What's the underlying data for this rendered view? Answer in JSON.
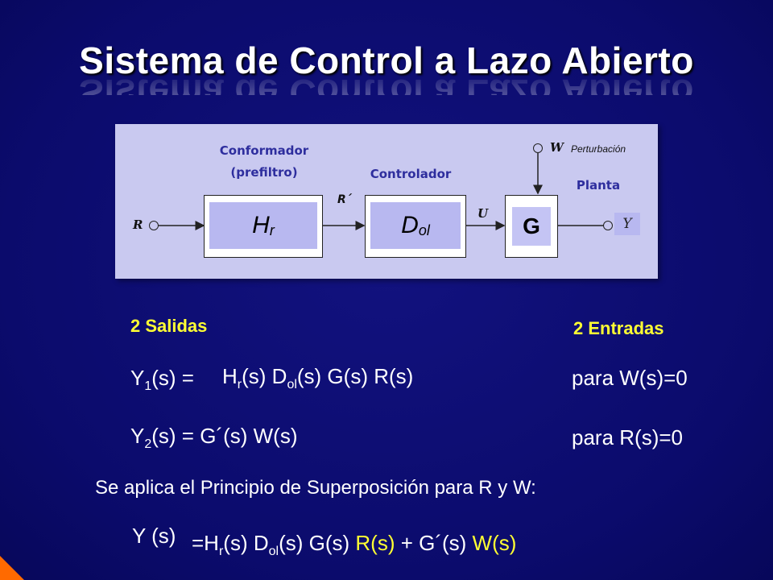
{
  "title": "Sistema de Control a Lazo Abierto",
  "diagram": {
    "labels": {
      "conformador": "Conformador",
      "prefiltro": "(prefiltro)",
      "controlador": "Controlador",
      "planta": "Planta",
      "perturbacion": "Perturbación"
    },
    "signals": {
      "r": "R",
      "r_prime": "R´",
      "u": "U",
      "w": "W",
      "y": "Y"
    },
    "blocks": {
      "hr_main": "H",
      "hr_sub": "r",
      "dol_main": "D",
      "dol_sub": "ol",
      "g": "G"
    }
  },
  "outputs_label": "2 Salidas",
  "inputs_label": "2 Entradas",
  "eq1": {
    "lhs_y": "Y",
    "lhs_sub": "1",
    "lhs_rest": "(s) =",
    "rhs_h": "H",
    "rhs_h_sub": "r",
    "rhs_mid1": "(s) D",
    "rhs_d_sub": "ol",
    "rhs_end": "(s) G(s) R(s)",
    "cond": "para W(s)=0"
  },
  "eq2": {
    "lhs_y": "Y",
    "lhs_sub": "2",
    "lhs_rest": "(s) = G´(s) W(s)",
    "cond": "para R(s)=0"
  },
  "superposition": "Se aplica el Principio de Superposición para R y W:",
  "eq3": {
    "lhs": "Y (s)",
    "eq_h": "=H",
    "h_sub": "r",
    "mid1": "(s) D",
    "d_sub": "ol",
    "mid2": "(s) G(s) ",
    "r_term": "R(s)",
    "plus": " + G´(s) ",
    "w_term": "W(s)"
  },
  "colors": {
    "background": "#0b0b6e",
    "highlight": "#ffff33",
    "diagram_bg": "#c9c9f0",
    "diagram_label": "#2e2e9e",
    "corner": "#ff6a00"
  }
}
